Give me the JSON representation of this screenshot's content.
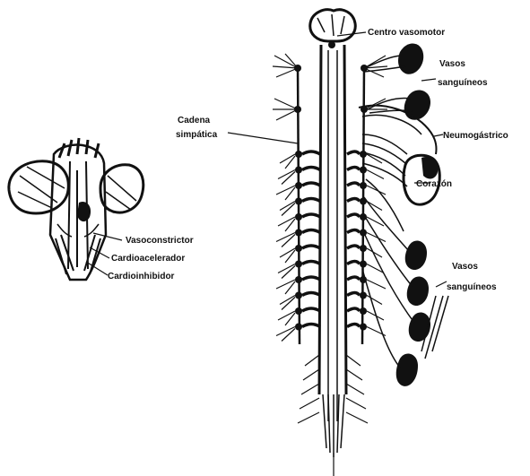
{
  "labels": {
    "centro_vasomotor": "Centro vasomotor",
    "vasos_sanguineos_top_1": "Vasos",
    "vasos_sanguineos_top_2": "sanguíneos",
    "cadena_simpatica_1": "Cadena",
    "cadena_simpatica_2": "simpática",
    "neumogastrico": "Neumogástrico",
    "corazon": "Corazón",
    "vasos_sanguineos_bottom_1": "Vasos",
    "vasos_sanguineos_bottom_2": "sanguíneos",
    "vasoconstrictor": "Vasoconstrictor",
    "cardioacelerador": "Cardioacelerador",
    "cardioinhibidor": "Cardioinhibidor"
  },
  "colors": {
    "ink": "#111111",
    "background": "#ffffff"
  }
}
